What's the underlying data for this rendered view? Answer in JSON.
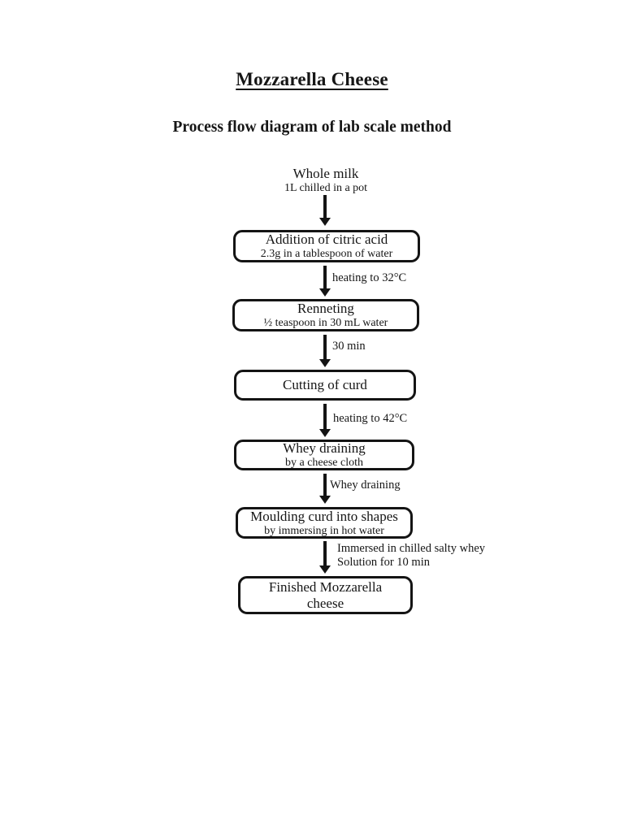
{
  "page": {
    "title": "Mozzarella Cheese",
    "subtitle": "Process flow diagram of lab scale method"
  },
  "colors": {
    "ink": "#141414",
    "page_background": "#ffffff"
  },
  "flow": {
    "source": {
      "title": "Whole milk",
      "subtitle": "1L chilled in a pot"
    },
    "steps": [
      {
        "title": "Addition of citric acid",
        "subtitle": "2.3g in a tablespoon of water"
      },
      {
        "arrow_label": "heating to 32°C",
        "title": "Renneting",
        "subtitle": "½ teaspoon in 30 mL water"
      },
      {
        "arrow_label": "30 min",
        "title": "Cutting of curd"
      },
      {
        "arrow_label": "heating to 42°C",
        "title": "Whey draining",
        "subtitle": "by a cheese cloth"
      },
      {
        "arrow_label": "Whey draining",
        "title": "Moulding curd into shapes",
        "subtitle": "by immersing in hot water"
      },
      {
        "arrow_label": "Immersed in chilled salty whey\nSolution for 10 min",
        "title": "Finished Mozzarella\ncheese"
      }
    ]
  }
}
